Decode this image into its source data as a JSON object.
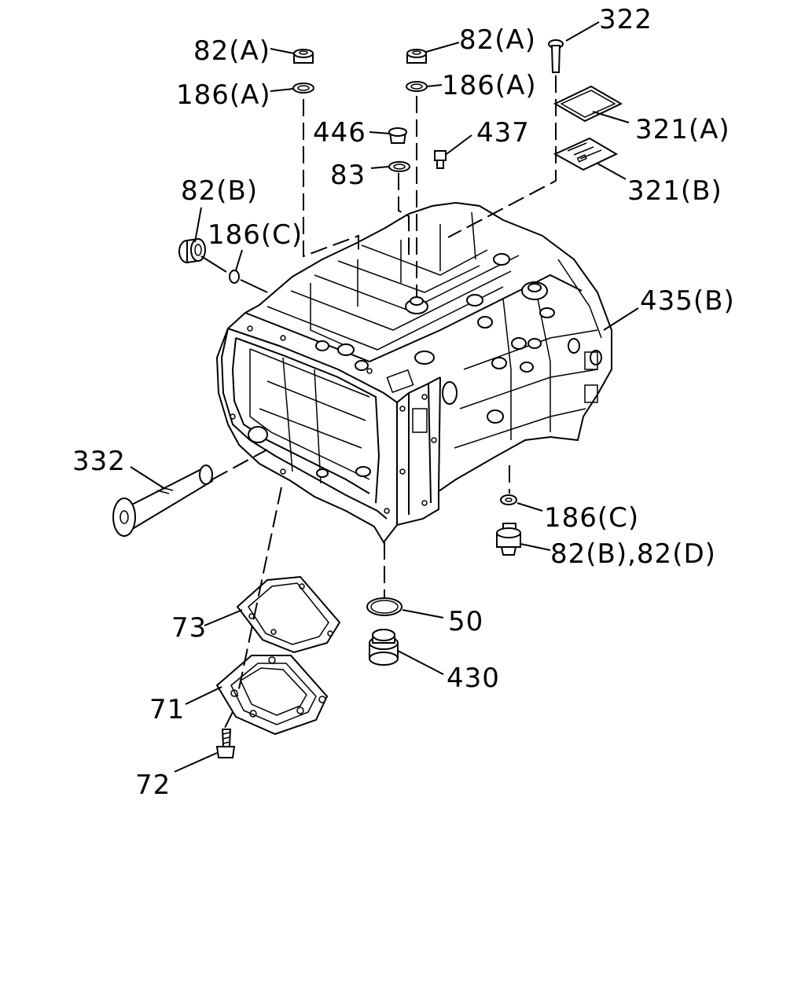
{
  "labels": {
    "l322": "322",
    "l82a_left": "82(A)",
    "l82a_right": "82(A)",
    "l186a_left": "186(A)",
    "l186a_right": "186(A)",
    "l446": "446",
    "l437": "437",
    "l83": "83",
    "l321a": "321(A)",
    "l321b": "321(B)",
    "l82b": "82(B)",
    "l186c_top": "186(C)",
    "l435b": "435(B)",
    "l332": "332",
    "l186c_bottom": "186(C)",
    "l82bd": "82(B),82(D)",
    "l73": "73",
    "l50": "50",
    "l430": "430",
    "l71": "71",
    "l72": "72"
  }
}
